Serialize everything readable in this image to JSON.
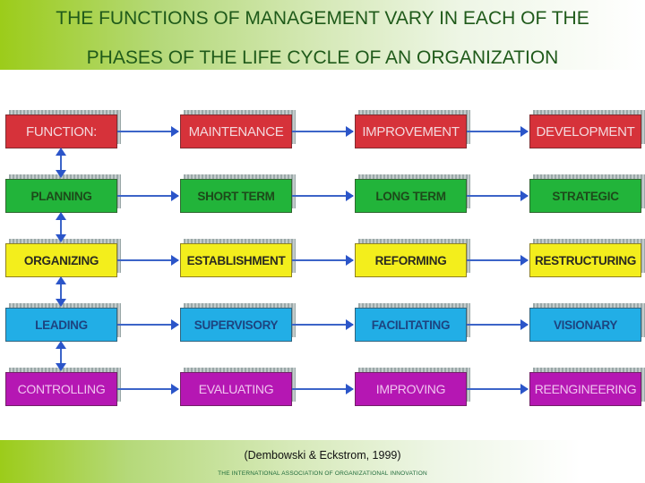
{
  "header": {
    "title_line1": "THE FUNCTIONS OF MANAGEMENT VARY IN EACH OF THE",
    "title_line2": "PHASES OF THE LIFE CYCLE OF AN ORGANIZATION",
    "gradient_start": "#9ccc1a",
    "title_color": "#1f5a1a"
  },
  "diagram": {
    "columns": [
      "FUNCTION:",
      "MAINTENANCE",
      "IMPROVEMENT",
      "DEVELOPMENT"
    ],
    "rows": [
      {
        "function": "PLANNING",
        "maintenance": "SHORT TERM",
        "improvement": "LONG TERM",
        "development": "STRATEGIC",
        "color": "#22b43a"
      },
      {
        "function": "ORGANIZING",
        "maintenance": "ESTABLISHMENT",
        "improvement": "REFORMING",
        "development": "RESTRUCTURING",
        "color": "#f3ee1c"
      },
      {
        "function": "LEADING",
        "maintenance": "SUPERVISORY",
        "improvement": "FACILITATING",
        "development": "VISIONARY",
        "color": "#22aee6"
      },
      {
        "function": "CONTROLLING",
        "maintenance": "EVALUATING",
        "improvement": "IMPROVING",
        "development": "REENGINEERING",
        "color": "#b517b3"
      }
    ],
    "header_color": "#d6323a",
    "arrow_color": "#3c64c8"
  },
  "footer": {
    "citation": "(Dembowski & Eckstrom, 1999)",
    "association": "THE INTERNATIONAL ASSOCIATION OF ORGANIZATIONAL INNOVATION"
  }
}
